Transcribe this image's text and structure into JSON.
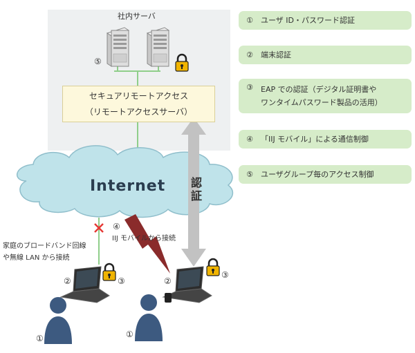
{
  "server_room_label": "社内サーバ",
  "remote_access": {
    "line1": "セキュアリモートアクセス",
    "line2": "（リモートアクセスサーバ）"
  },
  "internet_label": "Internet",
  "auth_label": "認証",
  "home_broadband_label": {
    "line1": "家庭のブロードバンド回線",
    "line2": "や無線 LAN から接続"
  },
  "iij_mobile_label": "IIJ モバイルから接続",
  "markers": {
    "n1": "①",
    "n2": "②",
    "n3": "③",
    "n4": "④",
    "n5": "⑤"
  },
  "legend": [
    {
      "num": "①",
      "text": "ユーザ ID・パスワード認証"
    },
    {
      "num": "②",
      "text": "端末認証"
    },
    {
      "num": "③",
      "text_line1": "EAP での認証（デジタル証明書や",
      "text_line2": "ワンタイムパスワード製品の活用）"
    },
    {
      "num": "④",
      "text": "「IIJ モバイル」による通信制御"
    },
    {
      "num": "⑤",
      "text": "ユーザグループ毎のアクセス制御"
    }
  ],
  "colors": {
    "legend_bg": "#d6ecc9",
    "line_green": "#8fce8a",
    "cloud_fill": "#bfe3ea",
    "cross_red": "#e53935",
    "lightning": "#8a2b2b",
    "arrow_gray": "#c2c2c2",
    "lock_gold": "#f0b400",
    "person_blue": "#3d5a80"
  }
}
